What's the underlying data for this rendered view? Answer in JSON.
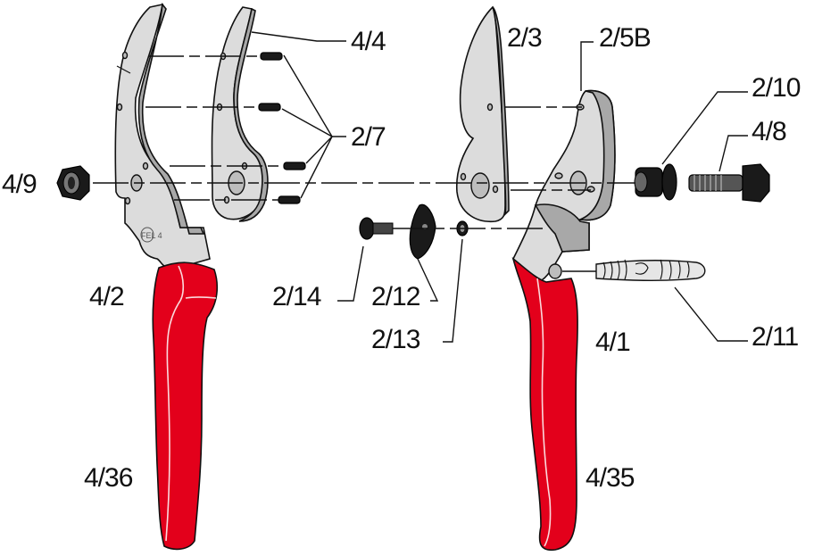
{
  "diagram": {
    "type": "exploded-parts-diagram",
    "subject": "bypass pruning shears",
    "colors": {
      "handle_red": "#e3001b",
      "metal_light": "#dcdcdc",
      "metal_dark": "#a8a8a8",
      "hardware_black": "#1a1a1a",
      "line": "#111111"
    },
    "logo_stamp": "FEL 4",
    "parts": [
      {
        "id": "4/4",
        "label": "4/4",
        "depicts": "anvil blade plate (upper)"
      },
      {
        "id": "2/7",
        "label": "2/7",
        "depicts": "rivets (x4)"
      },
      {
        "id": "4/9",
        "label": "4/9",
        "depicts": "lock nut"
      },
      {
        "id": "4/2",
        "label": "4/2",
        "depicts": "lower handle with anvil"
      },
      {
        "id": "4/36",
        "label": "4/36",
        "depicts": "lower handle red grip"
      },
      {
        "id": "2/3",
        "label": "2/3",
        "depicts": "cutting blade"
      },
      {
        "id": "2/5B",
        "label": "2/5B",
        "depicts": "blade pins"
      },
      {
        "id": "2/10",
        "label": "2/10",
        "depicts": "bushing"
      },
      {
        "id": "4/8",
        "label": "4/8",
        "depicts": "pivot bolt"
      },
      {
        "id": "2/14",
        "label": "2/14",
        "depicts": "adjustment screw"
      },
      {
        "id": "2/12",
        "label": "2/12",
        "depicts": "catch / latch"
      },
      {
        "id": "2/13",
        "label": "2/13",
        "depicts": "washer"
      },
      {
        "id": "2/11",
        "label": "2/11",
        "depicts": "spring"
      },
      {
        "id": "4/1",
        "label": "4/1",
        "depicts": "upper handle"
      },
      {
        "id": "4/35",
        "label": "4/35",
        "depicts": "upper handle red grip"
      }
    ]
  }
}
